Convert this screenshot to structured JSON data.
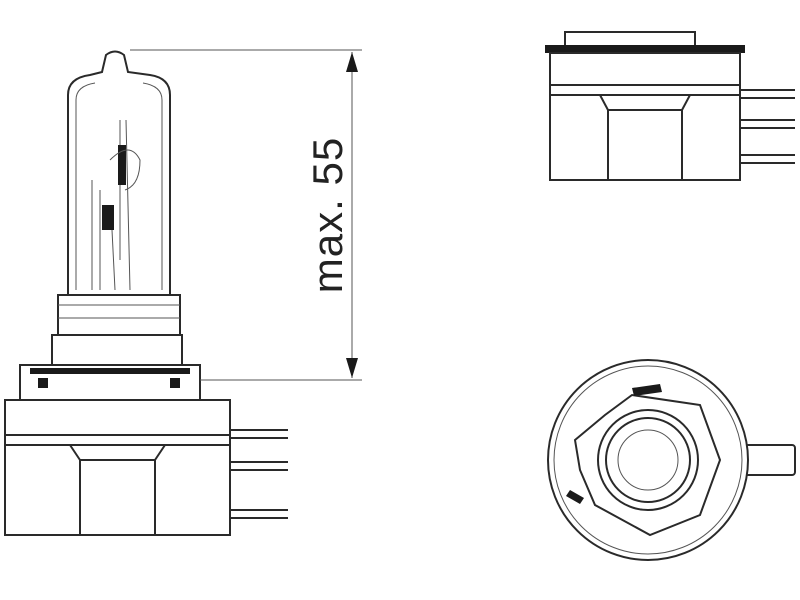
{
  "dimension": {
    "label": "max. 55",
    "value": 55,
    "qualifier": "max."
  }
}
